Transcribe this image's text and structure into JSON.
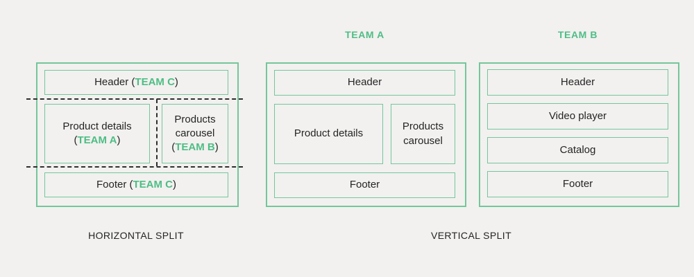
{
  "colors": {
    "background": "#F2F1EF",
    "border_green": "#74C69B",
    "team_green": "#4EBD85",
    "text_dark": "#242424",
    "dash_dark": "#2E2E2E"
  },
  "hsplit": {
    "caption": "HORIZONTAL SPLIT",
    "header": {
      "pre": "Header (",
      "team": "TEAM C",
      "post": ")"
    },
    "product_details": {
      "line1": "Product details",
      "pre": "(",
      "team": "TEAM A",
      "post": ")"
    },
    "products_carousel": {
      "line1": "Products",
      "line2": "carousel",
      "pre": "(",
      "team": "TEAM B",
      "post": ")"
    },
    "footer": {
      "pre": "Footer (",
      "team": "TEAM C",
      "post": ")"
    }
  },
  "vsplit": {
    "caption": "VERTICAL SPLIT",
    "team_a": {
      "title": "TEAM A",
      "header": "Header",
      "product_details": "Product details",
      "products_carousel_line1": "Products",
      "products_carousel_line2": "carousel",
      "footer": "Footer"
    },
    "team_b": {
      "title": "TEAM B",
      "rows": [
        "Header",
        "Video player",
        "Catalog",
        "Footer"
      ]
    }
  }
}
